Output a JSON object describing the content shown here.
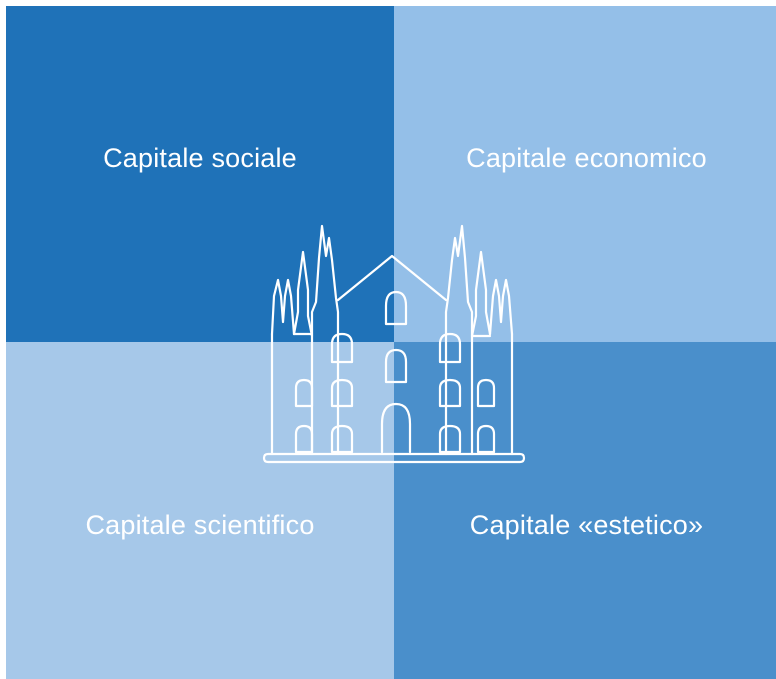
{
  "colors": {
    "top_left": "#1f72b8",
    "top_right": "#94bfe8",
    "bottom_left": "#a6c8e9",
    "bottom_right": "#4a8fcb",
    "icon_stroke": "#ffffff"
  },
  "quadrants": {
    "top_left": {
      "label": "Capitale sociale"
    },
    "top_right": {
      "label": "Capitale economico"
    },
    "bottom_left": {
      "label": "Capitale scientifico"
    },
    "bottom_right": {
      "label": "Capitale «estetico»"
    }
  },
  "icon": {
    "name": "duomo-cathedral-icon"
  }
}
